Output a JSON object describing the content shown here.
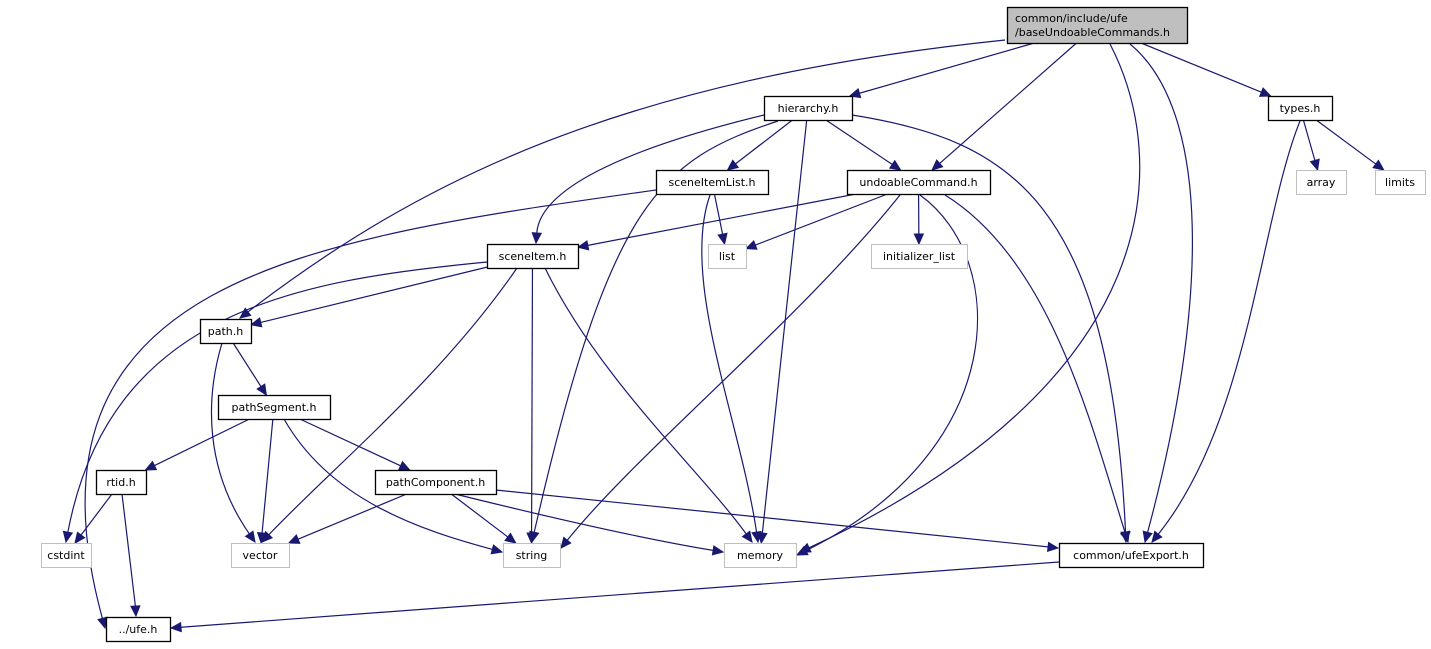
{
  "title": "common/include/ufe/baseUndoableCommands.h",
  "colors": {
    "edge": "#191970",
    "root_fill": "#bfbfbf",
    "node_border": "#000000",
    "external_border": "#bfbfbf",
    "background": "#ffffff"
  },
  "nodes": [
    {
      "id": "root",
      "label_lines": [
        "common/include/ufe",
        "/baseUndoableCommands.h"
      ],
      "kind": "root"
    },
    {
      "id": "hierarchy",
      "label_lines": [
        "hierarchy.h"
      ],
      "kind": "internal"
    },
    {
      "id": "types",
      "label_lines": [
        "types.h"
      ],
      "kind": "internal"
    },
    {
      "id": "sceneItemList",
      "label_lines": [
        "sceneItemList.h"
      ],
      "kind": "internal"
    },
    {
      "id": "undoableCommand",
      "label_lines": [
        "undoableCommand.h"
      ],
      "kind": "internal"
    },
    {
      "id": "array",
      "label_lines": [
        "array"
      ],
      "kind": "external"
    },
    {
      "id": "limits",
      "label_lines": [
        "limits"
      ],
      "kind": "external"
    },
    {
      "id": "sceneItem",
      "label_lines": [
        "sceneItem.h"
      ],
      "kind": "internal"
    },
    {
      "id": "list",
      "label_lines": [
        "list"
      ],
      "kind": "external"
    },
    {
      "id": "initializer_list",
      "label_lines": [
        "initializer_list"
      ],
      "kind": "external"
    },
    {
      "id": "path",
      "label_lines": [
        "path.h"
      ],
      "kind": "internal"
    },
    {
      "id": "pathSegment",
      "label_lines": [
        "pathSegment.h"
      ],
      "kind": "internal"
    },
    {
      "id": "rtid",
      "label_lines": [
        "rtid.h"
      ],
      "kind": "internal"
    },
    {
      "id": "pathComponent",
      "label_lines": [
        "pathComponent.h"
      ],
      "kind": "internal"
    },
    {
      "id": "cstdint",
      "label_lines": [
        "cstdint"
      ],
      "kind": "external"
    },
    {
      "id": "vector",
      "label_lines": [
        "vector"
      ],
      "kind": "external"
    },
    {
      "id": "string",
      "label_lines": [
        "string"
      ],
      "kind": "external"
    },
    {
      "id": "memory",
      "label_lines": [
        "memory"
      ],
      "kind": "external"
    },
    {
      "id": "ufeExport",
      "label_lines": [
        "common/ufeExport.h"
      ],
      "kind": "internal"
    },
    {
      "id": "ufe",
      "label_lines": [
        "../ufe.h"
      ],
      "kind": "internal"
    }
  ],
  "edges": [
    {
      "from": "root",
      "to": "hierarchy"
    },
    {
      "from": "root",
      "to": "path"
    },
    {
      "from": "root",
      "to": "undoableCommand"
    },
    {
      "from": "root",
      "to": "memory"
    },
    {
      "from": "root",
      "to": "ufeExport"
    },
    {
      "from": "root",
      "to": "types"
    },
    {
      "from": "hierarchy",
      "to": "sceneItem"
    },
    {
      "from": "hierarchy",
      "to": "sceneItemList"
    },
    {
      "from": "hierarchy",
      "to": "undoableCommand"
    },
    {
      "from": "hierarchy",
      "to": "string"
    },
    {
      "from": "hierarchy",
      "to": "memory"
    },
    {
      "from": "hierarchy",
      "to": "ufeExport"
    },
    {
      "from": "types",
      "to": "array"
    },
    {
      "from": "types",
      "to": "limits"
    },
    {
      "from": "types",
      "to": "ufeExport"
    },
    {
      "from": "sceneItemList",
      "to": "list"
    },
    {
      "from": "sceneItemList",
      "to": "memory"
    },
    {
      "from": "sceneItemList",
      "to": "ufe"
    },
    {
      "from": "undoableCommand",
      "to": "sceneItem"
    },
    {
      "from": "undoableCommand",
      "to": "list"
    },
    {
      "from": "undoableCommand",
      "to": "initializer_list"
    },
    {
      "from": "undoableCommand",
      "to": "string"
    },
    {
      "from": "undoableCommand",
      "to": "memory"
    },
    {
      "from": "undoableCommand",
      "to": "ufeExport"
    },
    {
      "from": "sceneItem",
      "to": "path"
    },
    {
      "from": "sceneItem",
      "to": "cstdint"
    },
    {
      "from": "sceneItem",
      "to": "vector"
    },
    {
      "from": "sceneItem",
      "to": "string"
    },
    {
      "from": "sceneItem",
      "to": "memory"
    },
    {
      "from": "path",
      "to": "pathSegment"
    },
    {
      "from": "path",
      "to": "vector"
    },
    {
      "from": "pathSegment",
      "to": "rtid"
    },
    {
      "from": "pathSegment",
      "to": "vector"
    },
    {
      "from": "pathSegment",
      "to": "string"
    },
    {
      "from": "pathSegment",
      "to": "pathComponent"
    },
    {
      "from": "rtid",
      "to": "cstdint"
    },
    {
      "from": "rtid",
      "to": "ufe"
    },
    {
      "from": "pathComponent",
      "to": "vector"
    },
    {
      "from": "pathComponent",
      "to": "string"
    },
    {
      "from": "pathComponent",
      "to": "memory"
    },
    {
      "from": "pathComponent",
      "to": "ufeExport"
    },
    {
      "from": "ufeExport",
      "to": "ufe"
    }
  ]
}
